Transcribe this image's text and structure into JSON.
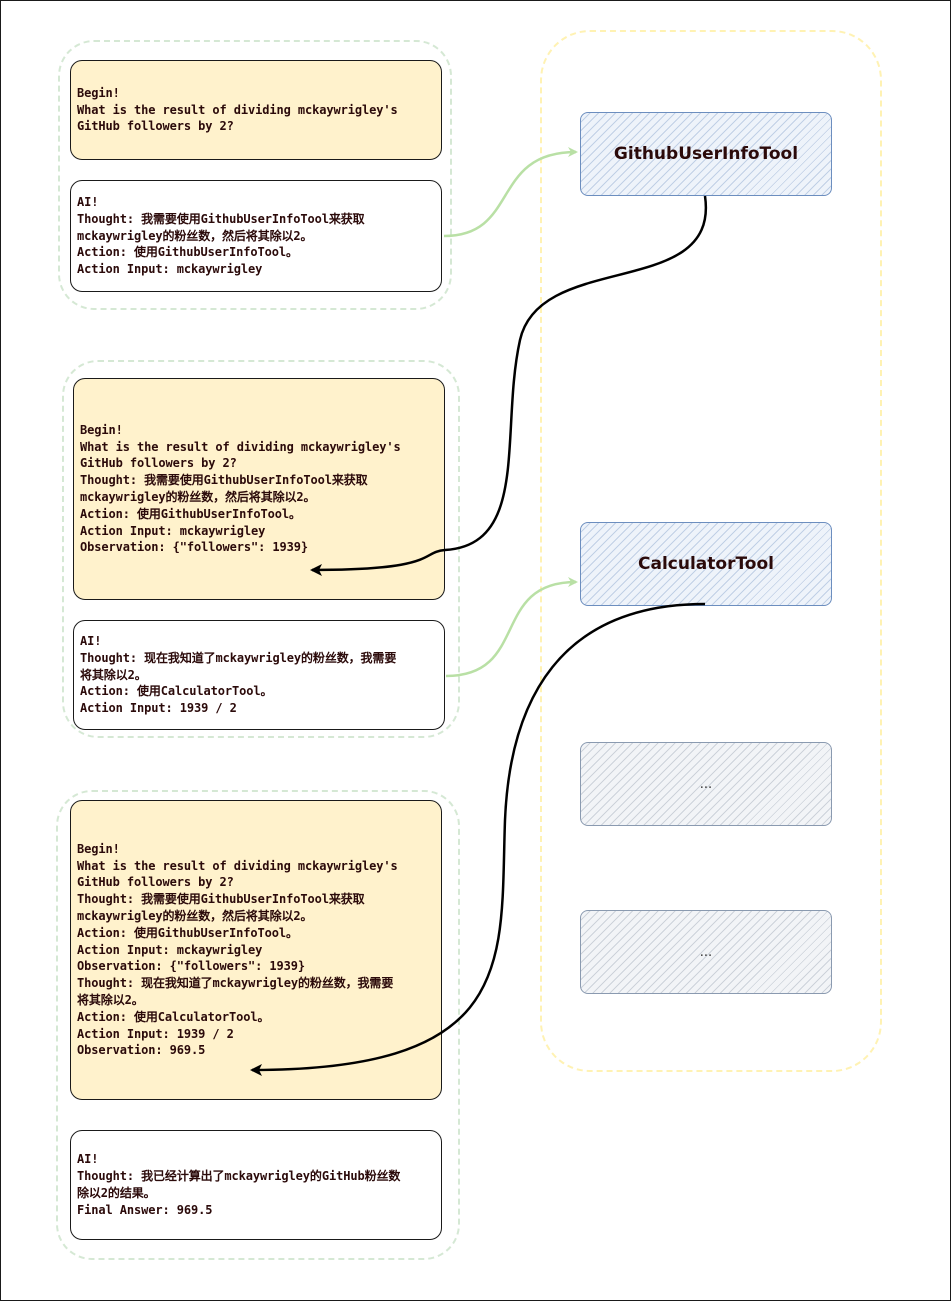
{
  "prompts": [
    {
      "lines": [
        "Begin!",
        "What is the result of dividing mckaywrigley's",
        "GitHub followers by 2?"
      ]
    },
    {
      "lines": [
        "AI!",
        "Thought: 我需要使用GithubUserInfoTool来获取",
        "mckaywrigley的粉丝数，然后将其除以2。",
        "Action: 使用GithubUserInfoTool。",
        "Action Input: mckaywrigley"
      ]
    },
    {
      "lines": [
        "Begin!",
        "What is the result of dividing mckaywrigley's",
        "GitHub followers by 2?",
        "Thought: 我需要使用GithubUserInfoTool来获取",
        "mckaywrigley的粉丝数，然后将其除以2。",
        "Action: 使用GithubUserInfoTool。",
        "Action Input: mckaywrigley",
        "Observation: {\"followers\": 1939}"
      ]
    },
    {
      "lines": [
        "AI!",
        "Thought: 现在我知道了mckaywrigley的粉丝数，我需要",
        "将其除以2。",
        "Action: 使用CalculatorTool。",
        "Action Input: 1939 / 2"
      ]
    },
    {
      "lines": [
        "Begin!",
        "What is the result of dividing mckaywrigley's",
        "GitHub followers by 2?",
        "Thought: 我需要使用GithubUserInfoTool来获取",
        "mckaywrigley的粉丝数，然后将其除以2。",
        "Action: 使用GithubUserInfoTool。",
        "Action Input: mckaywrigley",
        "Observation: {\"followers\": 1939}",
        "Thought: 现在我知道了mckaywrigley的粉丝数，我需要",
        "将其除以2。",
        "Action: 使用CalculatorTool。",
        "Action Input: 1939 / 2",
        "Observation: 969.5"
      ]
    },
    {
      "lines": [
        "AI!",
        "Thought: 我已经计算出了mckaywrigley的GitHub粉丝数",
        "除以2的结果。",
        "Final Answer: 969.5"
      ]
    }
  ],
  "tools": [
    {
      "label": "GithubUserInfoTool"
    },
    {
      "label": "CalculatorTool"
    },
    {
      "label": "..."
    },
    {
      "label": "..."
    }
  ],
  "colors": {
    "prompt_fill": "#fff2cc",
    "tool_stroke": "#6c8ebf",
    "group_dash_green": "#d5e8d4",
    "group_dash_yellow": "#fff2b3",
    "arrow_green": "#b9e0a5",
    "arrow_black": "#000000"
  }
}
